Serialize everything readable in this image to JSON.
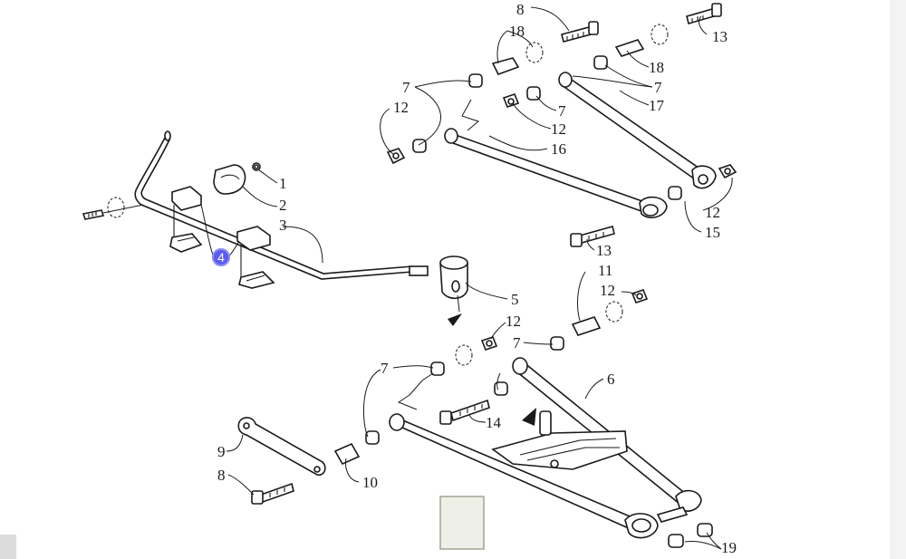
{
  "callouts": {
    "c1": "1",
    "c2": "2",
    "c3": "3",
    "c4": "4",
    "c5": "5",
    "c6": "6",
    "c7a": "7",
    "c7b": "7",
    "c7c": "7",
    "c7d": "7",
    "c7e": "7",
    "c8a": "8",
    "c8b": "8",
    "c9": "9",
    "c10": "10",
    "c11": "11",
    "c12a": "12",
    "c12b": "12",
    "c12c": "12",
    "c12d": "12",
    "c12e": "12",
    "c13a": "13",
    "c13b": "13",
    "c14": "14",
    "c15": "15",
    "c16": "16",
    "c17": "17",
    "c18a": "18",
    "c18b": "18",
    "c19": "19"
  },
  "highlight": {
    "label": "4",
    "color": "#5b5bf0"
  },
  "colors": {
    "line": "#1a1a1a",
    "background": "#ffffff",
    "swatch": "#eef0e8"
  }
}
